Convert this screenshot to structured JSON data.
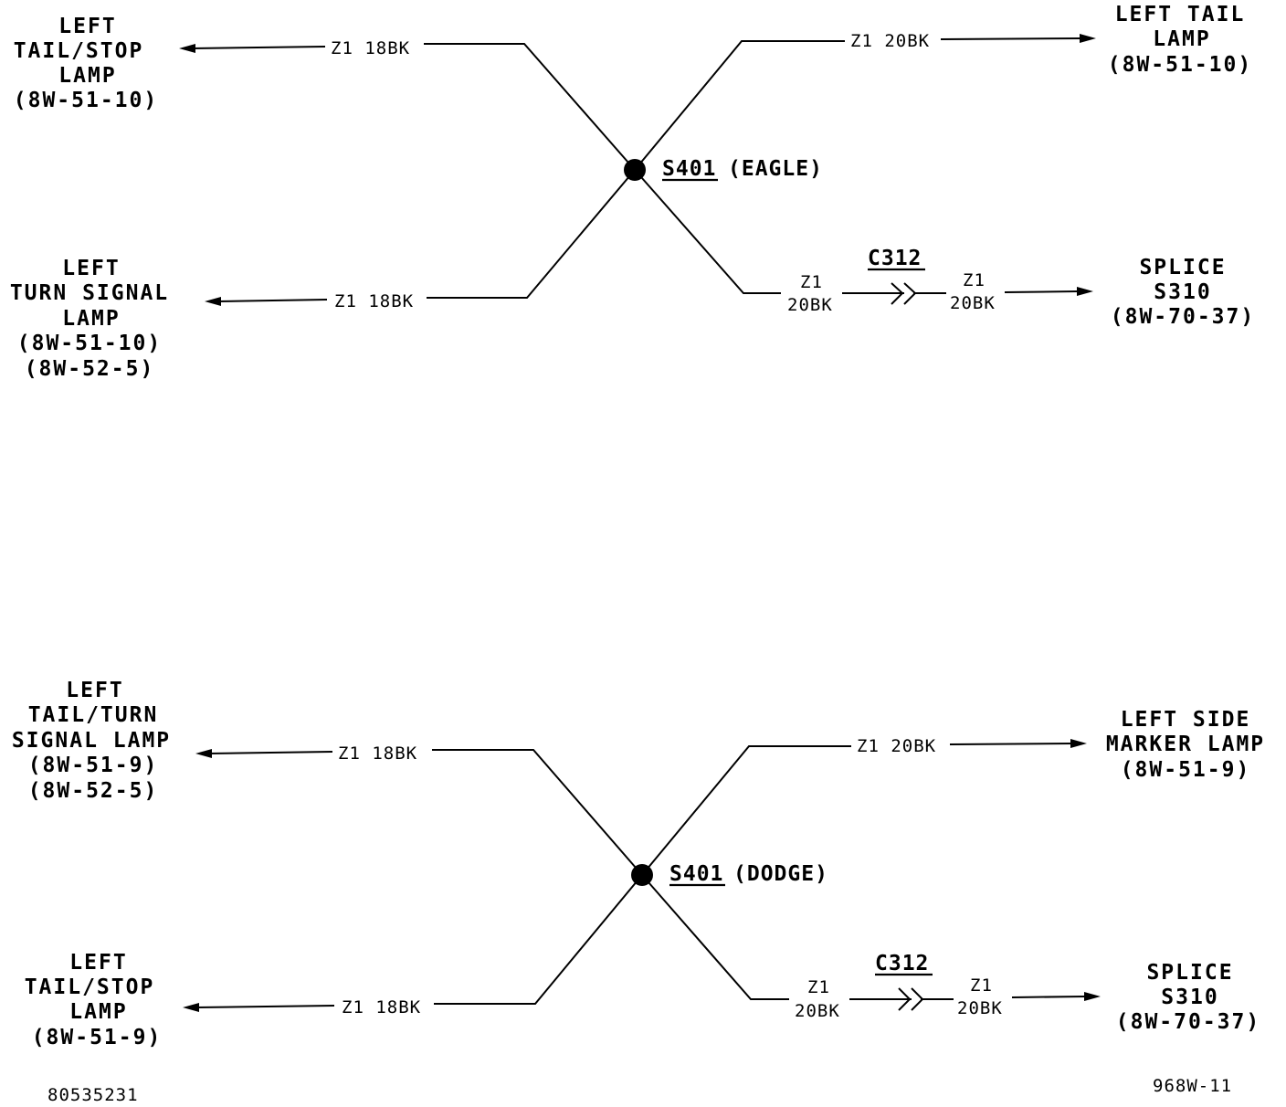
{
  "top": {
    "left_upper": {
      "lines": [
        "LEFT",
        "TAIL/STOP",
        "LAMP",
        "(8W-51-10)"
      ],
      "wire": "Z1 18BK"
    },
    "left_lower": {
      "lines": [
        "LEFT",
        "TURN SIGNAL",
        "LAMP",
        "(8W-51-10)",
        "(8W-52-5)"
      ],
      "wire": "Z1 18BK"
    },
    "right_upper": {
      "lines": [
        "LEFT TAIL",
        "LAMP",
        "(8W-51-10)"
      ],
      "wire": "Z1 20BK"
    },
    "right_lower": {
      "lines": [
        "SPLICE",
        "S310",
        "(8W-70-37)"
      ],
      "wire_in": [
        "Z1",
        "20BK"
      ],
      "wire_out": [
        "Z1",
        "20BK"
      ],
      "connector": "C312"
    },
    "splice": {
      "id": "S401",
      "variant": "(EAGLE)"
    }
  },
  "bottom": {
    "left_upper": {
      "lines": [
        "LEFT",
        "TAIL/TURN",
        "SIGNAL LAMP",
        "(8W-51-9)",
        "(8W-52-5)"
      ],
      "wire": "Z1 18BK"
    },
    "left_lower": {
      "lines": [
        "LEFT",
        "TAIL/STOP",
        "LAMP",
        "(8W-51-9)"
      ],
      "wire": "Z1 18BK"
    },
    "right_upper": {
      "lines": [
        "LEFT SIDE",
        "MARKER LAMP",
        "(8W-51-9)"
      ],
      "wire": "Z1 20BK"
    },
    "right_lower": {
      "lines": [
        "SPLICE",
        "S310",
        "(8W-70-37)"
      ],
      "wire_in": [
        "Z1",
        "20BK"
      ],
      "wire_out": [
        "Z1",
        "20BK"
      ],
      "connector": "C312"
    },
    "splice": {
      "id": "S401",
      "variant": "(DODGE)"
    }
  },
  "footer": {
    "left_code": "80535231",
    "right_code": "968W-11"
  }
}
